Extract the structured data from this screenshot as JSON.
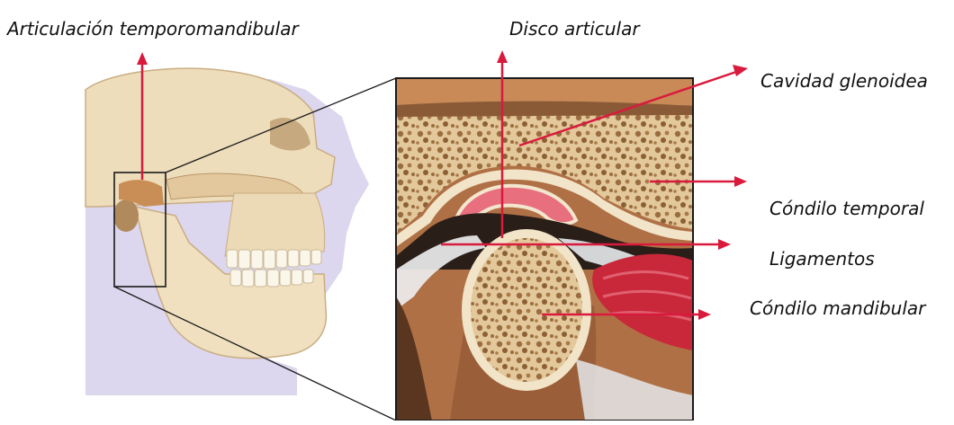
{
  "labels": {
    "tmj": "Articulación temporomandibular",
    "disc": "Disco articular",
    "glenoid": "Cavidad glenoidea",
    "temporal_condyle": "Cóndilo temporal",
    "ligaments": "Ligamentos",
    "mandibular_condyle": "Cóndilo mandibular"
  },
  "colors": {
    "arrow": "#d91a3c",
    "bone": "#e9d7b3",
    "spongy_bone": "#c9a77a",
    "disc": "#e8707e",
    "muscle": "#c8283a",
    "background_shape": "#dcd6ee",
    "skin_tissue": "#a8643c"
  }
}
